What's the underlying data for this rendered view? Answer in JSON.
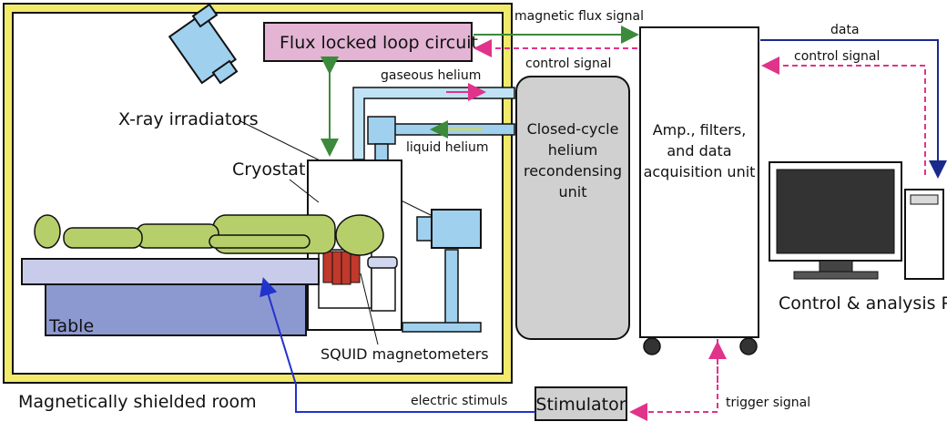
{
  "labels": {
    "room": "Magnetically shielded room",
    "flux_circuit": "Flux locked loop circuit",
    "magnetic_flux_signal": "magnetic flux signal",
    "control_signal_left": "control signal",
    "control_signal_right": "control signal",
    "data": "data",
    "gaseous_helium": "gaseous helium",
    "liquid_helium": "liquid helium",
    "xray": "X-ray irradiators",
    "cryostat": "Cryostat",
    "table": "Table",
    "squid": "SQUID magnetometers",
    "helium_unit": [
      "Closed-cycle",
      "helium",
      "recondensing",
      "unit"
    ],
    "acq_unit": [
      "Amp., filters,",
      "and data",
      "acquisition unit"
    ],
    "pc": "Control & analysis PC",
    "stimulator": "Stimulator",
    "electric_stimulus": "electric stimuls",
    "trigger_signal": "trigger signal"
  },
  "colors": {
    "room_border": "#f2ea6a",
    "flux_box": "#e3b4d3",
    "green_arrow": "#3c8a3c",
    "pink_dashed": "#e0338a",
    "navy": "#1a2a8c",
    "blue_line": "#2233cc",
    "body_green": "#b6cf6a",
    "table_top": "#c9cbeb",
    "table_base": "#8c98d0",
    "helium_unit": "#d0d0d0",
    "light_blue": "#9fd0ee",
    "squid_red": "#c0392b"
  }
}
